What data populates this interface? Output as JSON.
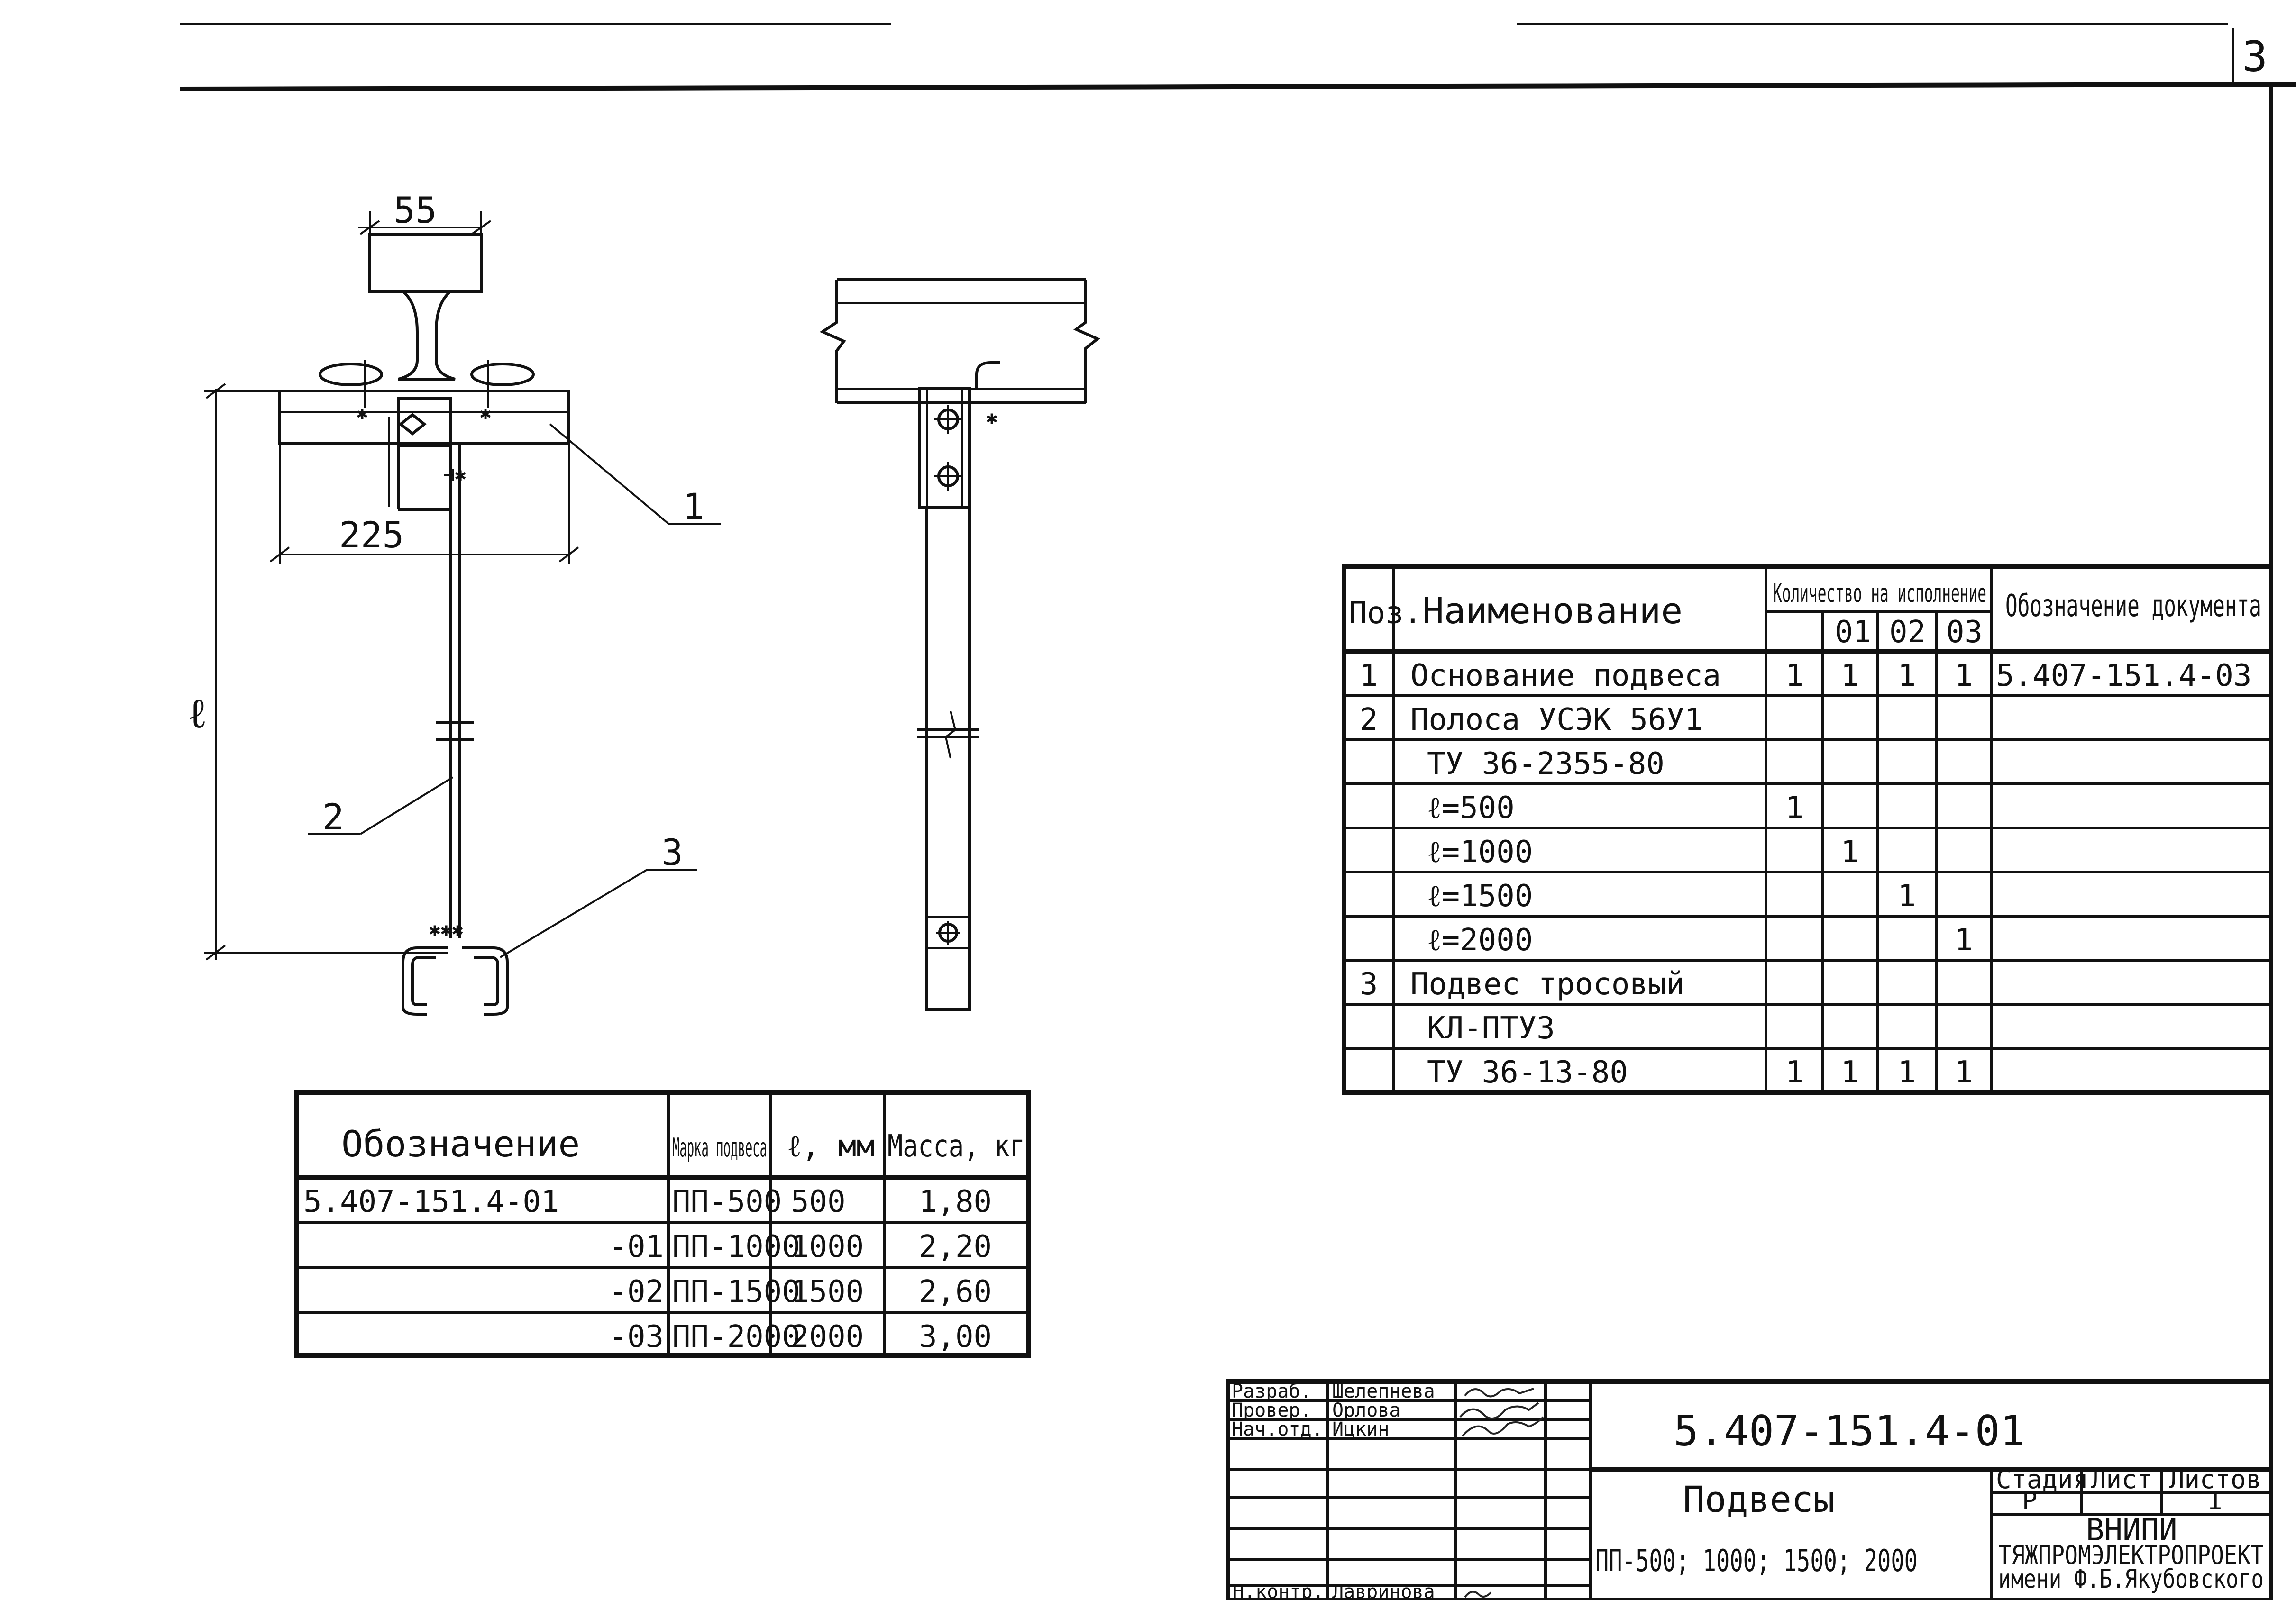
{
  "sheet": {
    "page_number": "3"
  },
  "drawing": {
    "dim_flange": "55",
    "dim_base": "225",
    "dim_length": "ℓ",
    "callout_1": "1",
    "callout_2": "2",
    "callout_3": "3"
  },
  "spec_table": {
    "headers": {
      "pos": "Поз.",
      "name": "Наименование",
      "qty_group": "Количество на исполнение",
      "qty_cols": [
        "01",
        "02",
        "03"
      ],
      "doc": "Обозначение документа"
    },
    "rows": [
      {
        "pos": "1",
        "name": "Основание подвеса",
        "q": [
          "1",
          "1",
          "1",
          "1"
        ],
        "doc": "5.407-151.4-03"
      },
      {
        "pos": "2",
        "name": "Полоса УСЭК 56У1",
        "q": [
          "",
          "",
          "",
          ""
        ],
        "doc": ""
      },
      {
        "pos": "",
        "name": "ТУ 36-2355-80",
        "q": [
          "",
          "",
          "",
          ""
        ],
        "doc": ""
      },
      {
        "pos": "",
        "name": "ℓ=500",
        "q": [
          "1",
          "",
          "",
          ""
        ],
        "doc": ""
      },
      {
        "pos": "",
        "name": "ℓ=1000",
        "q": [
          "",
          "1",
          "",
          ""
        ],
        "doc": ""
      },
      {
        "pos": "",
        "name": "ℓ=1500",
        "q": [
          "",
          "",
          "1",
          ""
        ],
        "doc": ""
      },
      {
        "pos": "",
        "name": "ℓ=2000",
        "q": [
          "",
          "",
          "",
          "1"
        ],
        "doc": ""
      },
      {
        "pos": "3",
        "name": "Подвес тросовый",
        "q": [
          "",
          "",
          "",
          ""
        ],
        "doc": ""
      },
      {
        "pos": "",
        "name": "КЛ-ПТУЗ",
        "q": [
          "",
          "",
          "",
          ""
        ],
        "doc": ""
      },
      {
        "pos": "",
        "name": "ТУ 36-13-80",
        "q": [
          "1",
          "1",
          "1",
          "1"
        ],
        "doc": ""
      }
    ]
  },
  "variants_table": {
    "headers": {
      "designation": "Обозначение",
      "mark": "Марка подвеса",
      "length": "ℓ, мм",
      "mass": "Масса, кг"
    },
    "rows": [
      {
        "designation": "5.407-151.4-01",
        "mark": "ПП-500",
        "length": "500",
        "mass": "1,80"
      },
      {
        "designation": "-01",
        "mark": "ПП-1000",
        "length": "1000",
        "mass": "2,20"
      },
      {
        "designation": "-02",
        "mark": "ПП-1500",
        "length": "1500",
        "mass": "2,60"
      },
      {
        "designation": "-03",
        "mark": "ПП-2000",
        "length": "2000",
        "mass": "3,00"
      }
    ]
  },
  "title_block": {
    "roles": [
      {
        "role": "Разраб.",
        "name": "Шелепнева"
      },
      {
        "role": "Провер.",
        "name": "Орлова"
      },
      {
        "role": "Нач.отд.",
        "name": "Ицкин"
      }
    ],
    "bottom_role": "Н.контр.",
    "bottom_name": "Лавринова",
    "code": "5.407-151.4-01",
    "title": "Подвесы",
    "subtitle": "ПП-500; 1000; 1500; 2000",
    "stage_label": "Стадия",
    "sheet_label": "Лист",
    "sheets_label": "Листов",
    "stage": "Р",
    "sheets": "1",
    "org_line1": "ВНИПИ",
    "org_line2": "ТЯЖПРОМЭЛЕКТРОПРОЕКТ",
    "org_line3": "имени Ф.Б.Якубовского"
  }
}
